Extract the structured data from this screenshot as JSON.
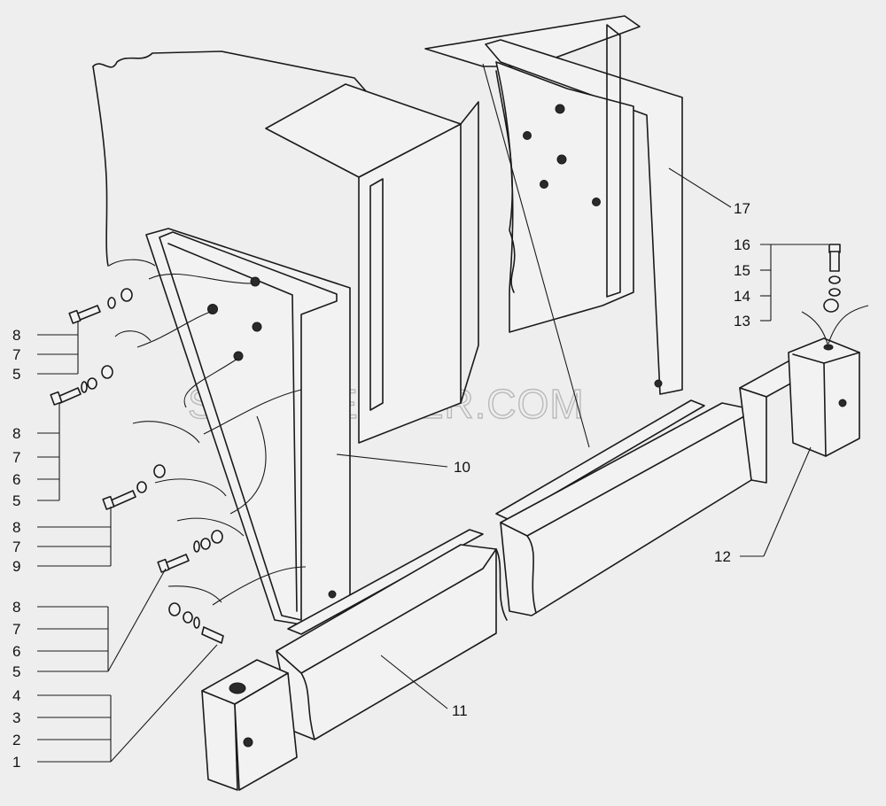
{
  "watermark": "SPECSERVER.COM",
  "callouts": {
    "left_group_a": [
      "8",
      "7",
      "5"
    ],
    "left_group_b": [
      "8",
      "7",
      "6",
      "5"
    ],
    "left_group_c": [
      "8",
      "7",
      "9"
    ],
    "left_group_d": [
      "8",
      "7",
      "6",
      "5"
    ],
    "left_group_e": [
      "4",
      "3",
      "2",
      "1"
    ],
    "right_group": [
      "16",
      "15",
      "14",
      "13"
    ],
    "part_17": "17",
    "part_10": "10",
    "part_11": "11",
    "part_12": "12"
  }
}
